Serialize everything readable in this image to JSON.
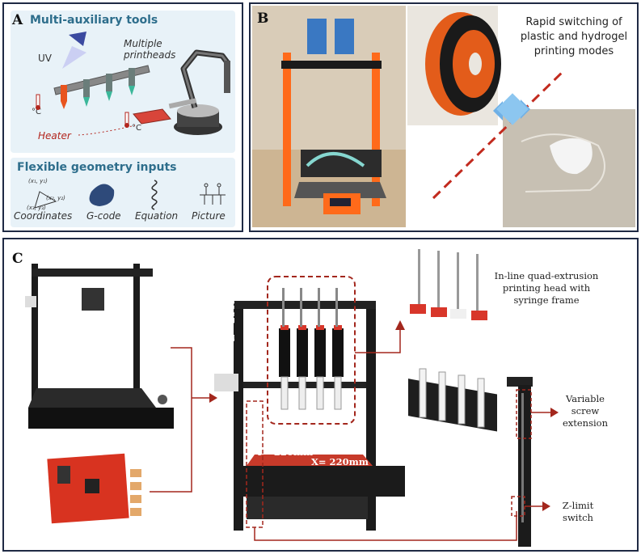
{
  "panel_a": {
    "label": "A",
    "tools_title": "Multi-auxiliary tools",
    "uv": "UV",
    "printheads": "Multiple printheads",
    "temp_unit": "°C",
    "heater": "Heater",
    "geometry_title": "Flexible geometry inputs",
    "coord_labels": [
      "(x₁, y₁)",
      "(x₂, y₂)",
      "(x₃, y₃)"
    ],
    "inputs": [
      "Coordinates",
      "G-code",
      "Equation",
      "Picture"
    ]
  },
  "panel_b": {
    "label": "B",
    "caption": "Rapid switching of plastic and hydrogel printing modes"
  },
  "panel_c": {
    "label": "C",
    "z_dim": "Z= 250mm",
    "y_dim": "Y= 220mm",
    "x_dim": "X= 220mm",
    "head_caption": "In-line quad-extrusion printing head with syringe frame",
    "screw_caption": "Variable screw extension",
    "switch_caption": "Z-limit switch"
  },
  "colors": {
    "border": "#1f2a44",
    "accent_red": "#b3261e",
    "title_blue": "#2e6e8c",
    "orange": "#e8541e"
  }
}
